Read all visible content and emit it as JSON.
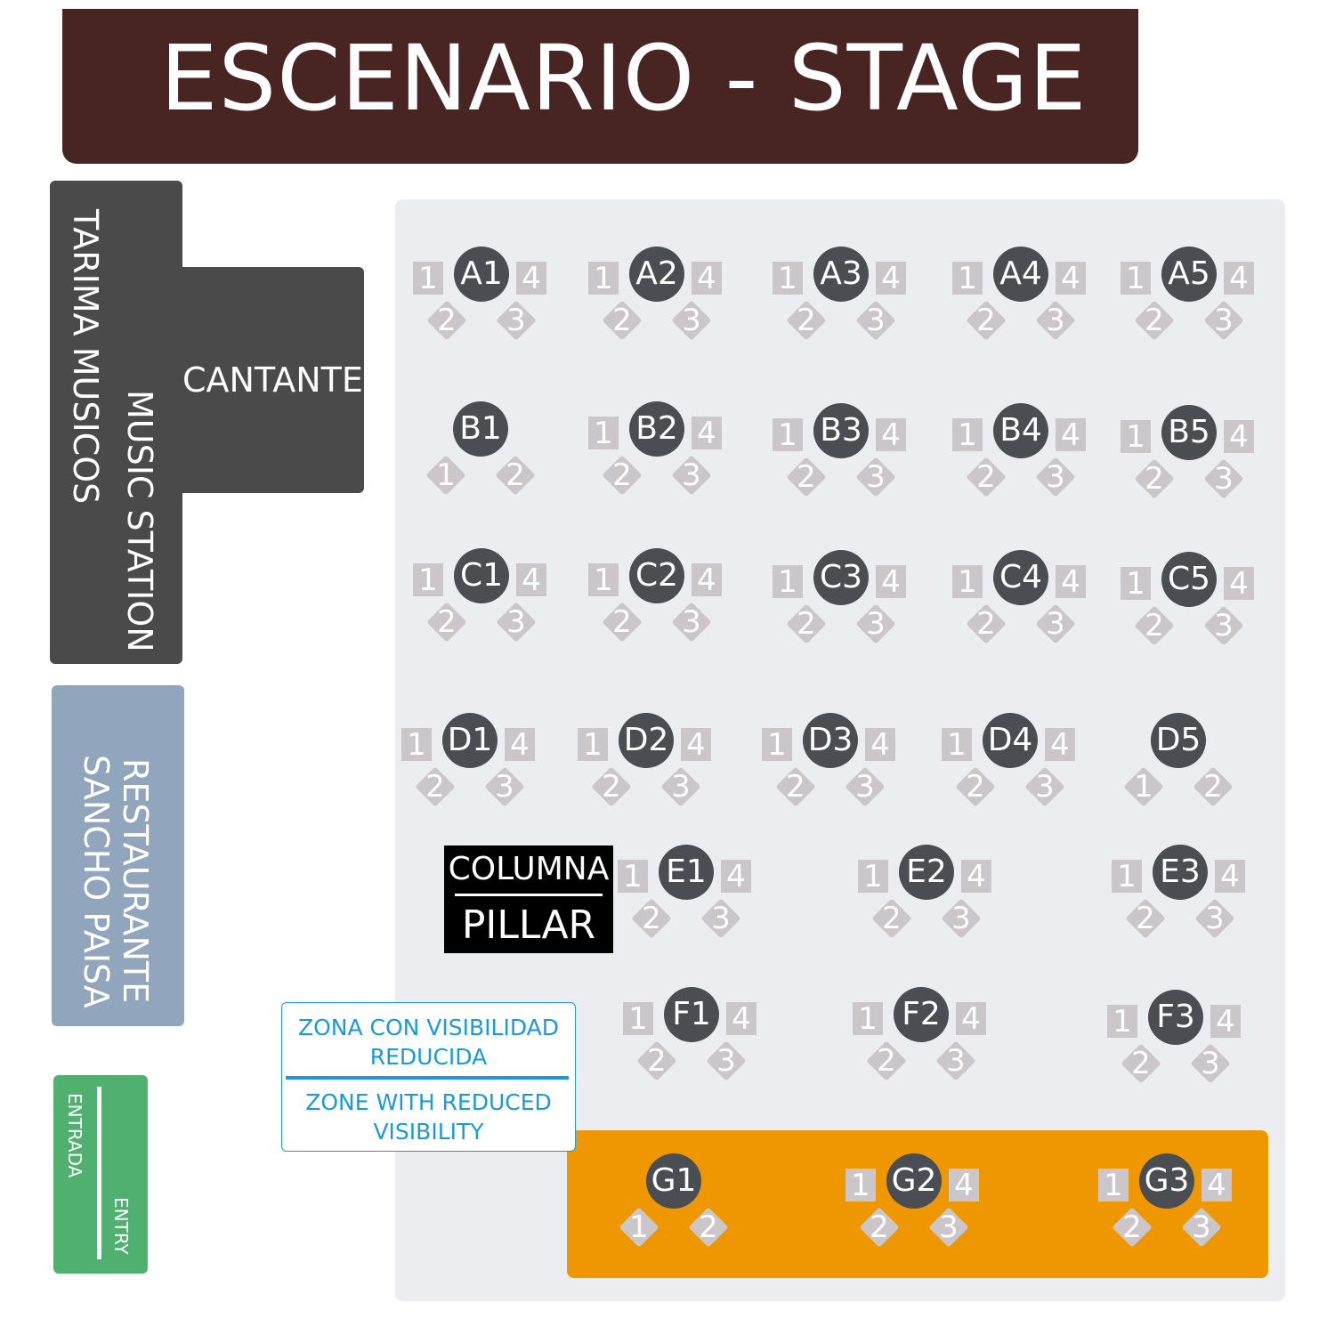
{
  "stage": {
    "title": "ESCENARIO - STAGE"
  },
  "musicos": {
    "line1": "TARIMA MUSICOS",
    "line2": "MUSIC STATION",
    "cantante": "CANTANTE"
  },
  "restaurante": {
    "line1": "RESTAURANTE",
    "line2": "SANCHO PAISA"
  },
  "entry": {
    "line1": "ENTRADA",
    "line2": "ENTRY"
  },
  "pillar": {
    "line1": "COLUMNA",
    "line2": "PILLAR"
  },
  "zone": {
    "line1": "ZONA CON VISIBILIDAD",
    "line2": "REDUCIDA",
    "line3": "ZONE WITH REDUCED",
    "line4": "VISIBILITY"
  },
  "tables": [
    {
      "label": "A1",
      "seats": 4
    },
    {
      "label": "A2",
      "seats": 4
    },
    {
      "label": "A3",
      "seats": 4
    },
    {
      "label": "A4",
      "seats": 4
    },
    {
      "label": "A5",
      "seats": 4
    },
    {
      "label": "B1",
      "seats": 2
    },
    {
      "label": "B2",
      "seats": 4
    },
    {
      "label": "B3",
      "seats": 4
    },
    {
      "label": "B4",
      "seats": 4
    },
    {
      "label": "B5",
      "seats": 4
    },
    {
      "label": "C1",
      "seats": 4
    },
    {
      "label": "C2",
      "seats": 4
    },
    {
      "label": "C3",
      "seats": 4
    },
    {
      "label": "C4",
      "seats": 4
    },
    {
      "label": "C5",
      "seats": 4
    },
    {
      "label": "D1",
      "seats": 4
    },
    {
      "label": "D2",
      "seats": 4
    },
    {
      "label": "D3",
      "seats": 4
    },
    {
      "label": "D4",
      "seats": 4
    },
    {
      "label": "D5",
      "seats": 2
    },
    {
      "label": "E1",
      "seats": 4
    },
    {
      "label": "E2",
      "seats": 4
    },
    {
      "label": "E3",
      "seats": 4
    },
    {
      "label": "F1",
      "seats": 4
    },
    {
      "label": "F2",
      "seats": 4
    },
    {
      "label": "F3",
      "seats": 4
    },
    {
      "label": "G1",
      "seats": 2
    },
    {
      "label": "G2",
      "seats": 4
    },
    {
      "label": "G3",
      "seats": 4
    }
  ],
  "colors": {
    "stage": "#482523",
    "musicos": "#4a4a4a",
    "restaurante": "#91a6bd",
    "entry": "#50b070",
    "floor": "#ecedf1",
    "vip_zone": "#ee9700",
    "table": "#4a4d52",
    "chair": "#cbc6c9",
    "zone_text": "#1a9ad8"
  }
}
